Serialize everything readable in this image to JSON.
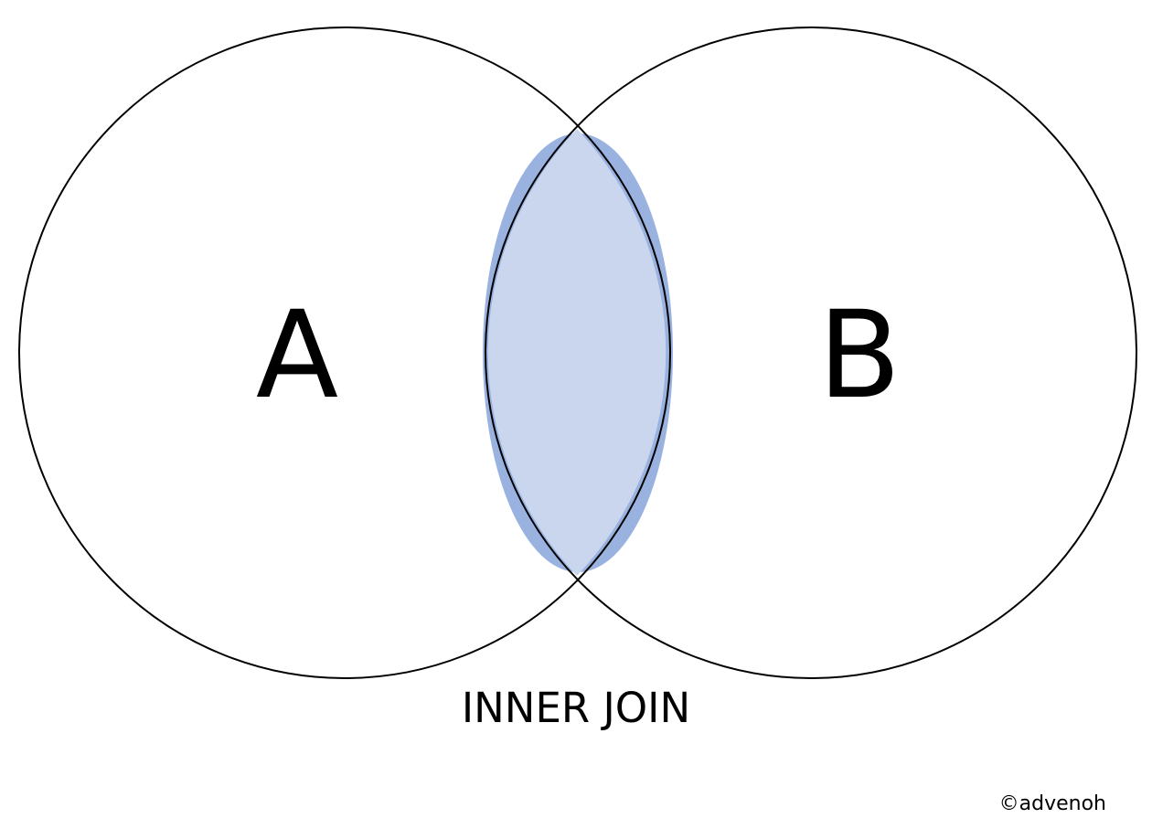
{
  "diagram": {
    "type": "venn",
    "sets": [
      {
        "label": "A"
      },
      {
        "label": "B"
      }
    ],
    "highlighted_region": "intersection",
    "colors": {
      "outline": "#000000",
      "highlight_fill": "#c9d6ee",
      "highlight_edge": "#8eaadb"
    }
  },
  "caption": "INNER JOIN",
  "credit": "©advenoh"
}
